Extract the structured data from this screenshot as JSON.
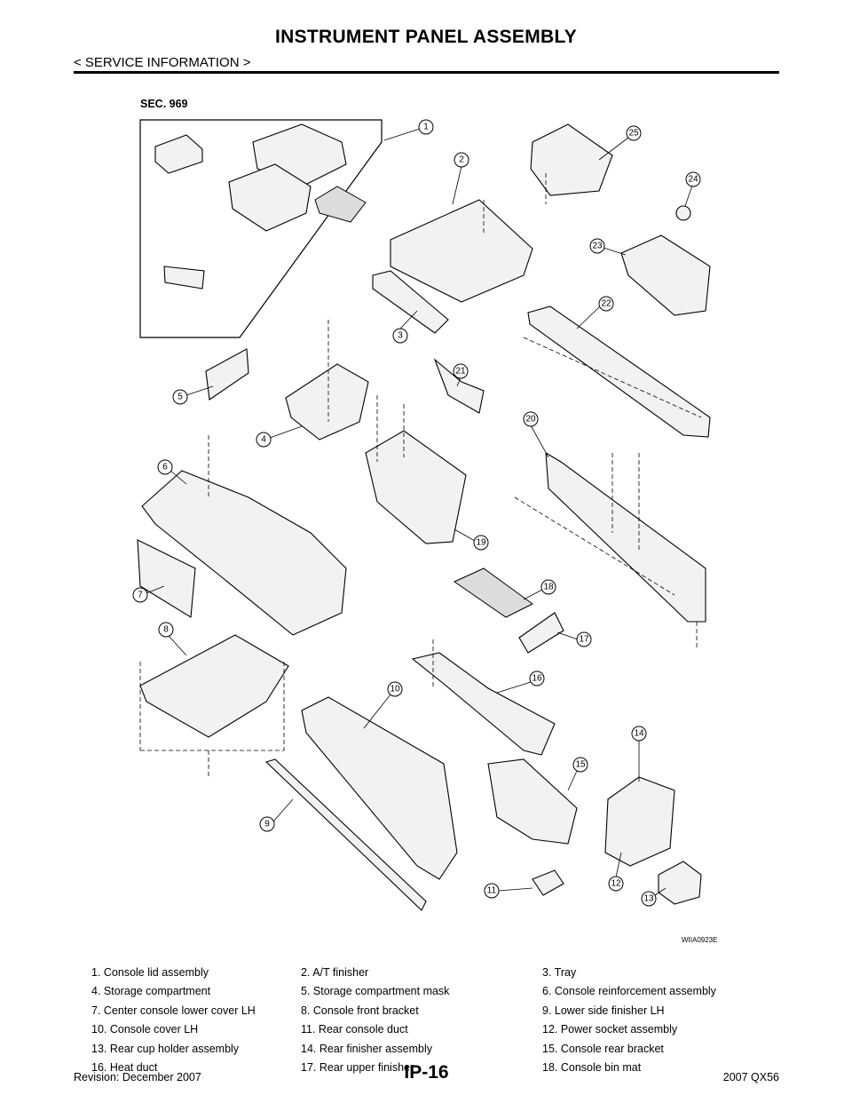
{
  "header": {
    "title": "INSTRUMENT PANEL ASSEMBLY",
    "subtitle": "< SERVICE INFORMATION >"
  },
  "diagram": {
    "section": "SEC. 969",
    "figure_code": "WIIA0923E",
    "callouts": [
      "1",
      "2",
      "3",
      "4",
      "5",
      "6",
      "7",
      "8",
      "9",
      "10",
      "11",
      "12",
      "13",
      "14",
      "15",
      "16",
      "17",
      "18",
      "19",
      "20",
      "21",
      "22",
      "23",
      "24",
      "25"
    ]
  },
  "legend": [
    [
      "1.  Console lid assembly",
      "2.  A/T finisher",
      "3.  Tray"
    ],
    [
      "4.  Storage compartment",
      "5.  Storage compartment mask",
      "6.  Console reinforcement assembly"
    ],
    [
      "7.  Center console lower cover LH",
      "8.  Console front bracket",
      "9.  Lower side finisher LH"
    ],
    [
      "10.  Console cover LH",
      "11.  Rear console duct",
      "12.  Power socket assembly"
    ],
    [
      "13.   Rear cup holder assembly",
      "14.  Rear finisher assembly",
      "15.  Console rear bracket"
    ],
    [
      "16.  Heat duct",
      "17.  Rear upper finisher",
      "18.  Console bin mat"
    ]
  ],
  "footer": {
    "revision": "Revision: December 2007",
    "page": "IP-16",
    "model": "2007 QX56"
  }
}
